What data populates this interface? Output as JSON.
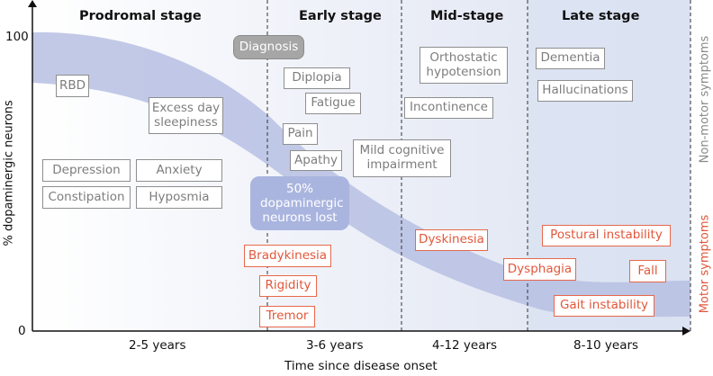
{
  "stages": [
    {
      "id": "prodromal",
      "title": "Prodromal stage",
      "duration": "2-5 years"
    },
    {
      "id": "early",
      "title": "Early stage",
      "duration": "3-6 years"
    },
    {
      "id": "mid",
      "title": "Mid-stage",
      "duration": "4-12 years"
    },
    {
      "id": "late",
      "title": "Late stage",
      "duration": "8-10 years"
    }
  ],
  "axes": {
    "y_label": "% dopaminergic neurons",
    "y_tick_max": "100",
    "y_tick_min": "0",
    "x_label": "Time since disease onset"
  },
  "side_labels": {
    "non_motor": "Non-motor symptoms",
    "motor": "Motor symptoms"
  },
  "diagnosis": "Diagnosis",
  "milestone": "50% dopaminergic neurons lost",
  "non_motor_symptoms": {
    "rbd": "RBD",
    "excess_sleepiness": "Excess day sleepiness",
    "depression": "Depression",
    "anxiety": "Anxiety",
    "constipation": "Constipation",
    "hyposmia": "Hyposmia",
    "diplopia": "Diplopia",
    "fatigue": "Fatigue",
    "pain": "Pain",
    "apathy": "Apathy",
    "mild_cognitive": "Mild cognitive impairment",
    "orthostatic": "Orthostatic hypotension",
    "incontinence": "Incontinence",
    "dementia": "Dementia",
    "hallucinations": "Hallucinations"
  },
  "motor_symptoms": {
    "bradykinesia": "Bradykinesia",
    "rigidity": "Rigidity",
    "tremor": "Tremor",
    "dyskinesia": "Dyskinesia",
    "dysphagia": "Dysphagia",
    "postural_instability": "Postural instability",
    "fall": "Fall",
    "gait_instability": "Gait instability"
  },
  "colors": {
    "band": "#b7c0e3",
    "stage_shade": "#e3e8f4",
    "late_shade": "#d9e1f2",
    "non_motor": "#8a8a8a",
    "motor": "#e8684a",
    "diagnosis_fill": "#a6a6a6",
    "milestone_fill": "#aab5df"
  }
}
